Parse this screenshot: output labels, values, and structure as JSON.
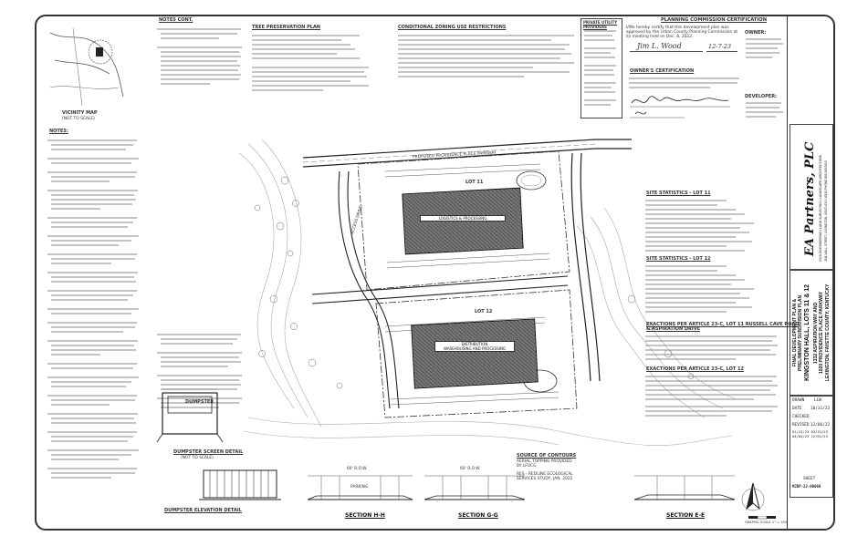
{
  "header": {
    "notes_title": "NOTES CONT.",
    "tree_plan_title": "TREE PRESERVATION PLAN",
    "conditional_zoning_title": "CONDITIONAL ZONING USE RESTRICTIONS",
    "utility_title": "PRIVATE UTILITY PROVIDERS",
    "planning_cert_title": "PLANNING COMMISSION CERTIFICATION",
    "planning_cert_text": "I/We hereby certify that this development plan was approved by the Urban County Planning Commission at its meeting held on Dec. 8, 2022.",
    "planning_signature": "Jim L. Wood",
    "planning_date": "12-7-23",
    "owners_cert_title": "OWNER'S CERTIFICATION",
    "owner_label": "OWNER:",
    "developer_label": "DEVELOPER:"
  },
  "notes": {
    "title": "NOTES:",
    "vicinity_label": "VICINITY MAP",
    "vicinity_scale": "(NOT TO SCALE)"
  },
  "site": {
    "building_a": "LOGISTICS & PROCESSING",
    "building_b": "DISTRIBUTION\nWAREHOUSING AND PROCESSING",
    "road_top": "PROPOSED PROVIDENCE PLACE PARKWAY",
    "access_drive": "ACCESS DRIVE",
    "lot_11": "LOT 11",
    "lot_12": "LOT 12",
    "stats_title_1": "SITE STATISTICS - LOT 11",
    "stats_title_2": "SITE STATISTICS - LOT 12",
    "exactions_title_1": "EXACTIONS PER ARTICLE 23-C, LOT 11 RUSSELL CAVE ROAD\n& ASPIRATION DRIVE",
    "exactions_title_2": "EXACTIONS PER ARTICLE 23-C, LOT 12"
  },
  "sections": {
    "dumpster_label": "DUMPSTER",
    "dumpster_detail": "DUMPSTER SCREEN DETAIL",
    "dumpster_scale": "(NOT TO SCALE)",
    "dumpster_elev": "DUMPSTER ELEVATION DETAIL",
    "section_hh": "SECTION H-H",
    "section_gg": "SECTION G-G",
    "section_ee": "SECTION E-E",
    "row_hh": "60' R.O.W.",
    "row_gg": "60' R.O.W.",
    "parking": "PARKING",
    "source_title": "SOURCE OF CONTOURS",
    "source_text": "AERIAL TOPPING PROVIDED\nBY LFUCG",
    "res_text": "RES - REDLINE ECOLOGICAL\nSERVICES STUDY, JAN. 2022",
    "graphic_scale": "GRAPHIC SCALE  1\" = 150'"
  },
  "title_block": {
    "firm_name": "EA Partners, PLC",
    "firm_services": "CIVIL ENGINEERING • LAND SURVEYING • LANDSCAPE ARCHITECTURE",
    "firm_address": "3111 WALL STREET, LEXINGTON, KENTUCKY 40513  PHONE 859.263.5513",
    "plan_title": "FINAL DEVELOPMENT PLAN &\nPRELIMINARY SUBDIVISION PLAN",
    "project_name": "KINGSTON HALL, LOTS 11 & 12",
    "address_1": "1332 ASPIRATION WAY AND",
    "address_2": "1020 PROVIDENCE PLACE PARKWAY",
    "city": "LEXINGTON, FAYETTE COUNTY, KENTUCKY",
    "drawn_label": "DRAWN",
    "drawn_by": "LLW",
    "date_label": "DATE",
    "date": "10/31/22",
    "checked_label": "CHECKED",
    "revised_label": "REVISED",
    "revised_1": "12/06/22",
    "revisions": "01/23/23   03/31/23\n04/04/23   12/01/23",
    "sheet_label": "SHEET",
    "sheet_number": "MJDP-22-00069"
  },
  "colors": {
    "ink": "#222222",
    "building_fill": "#666666",
    "border": "#333333"
  }
}
